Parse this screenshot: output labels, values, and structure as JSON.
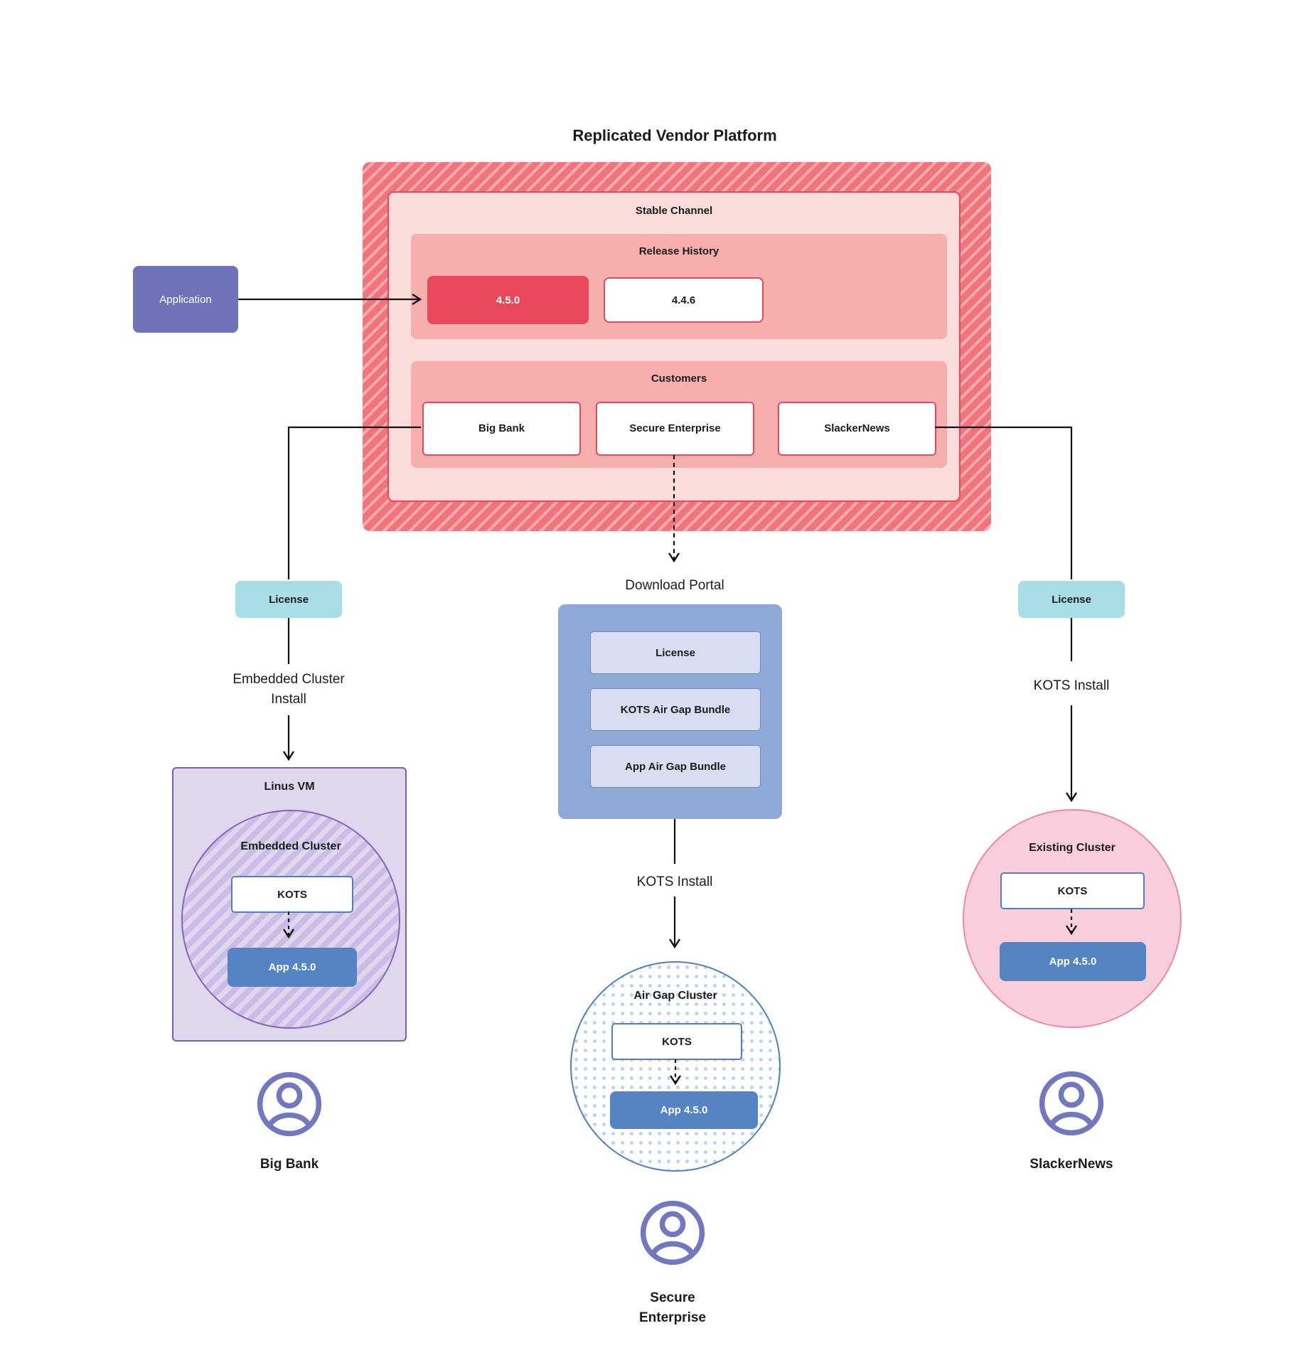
{
  "title": "Replicated Vendor Platform",
  "platform": {
    "stable_channel_label": "Stable Channel",
    "release_history_label": "Release History",
    "releases": [
      {
        "version": "4.5.0",
        "state": "current"
      },
      {
        "version": "4.4.6",
        "state": "previous"
      }
    ],
    "customers_label": "Customers",
    "customers": [
      "Big Bank",
      "Secure Enterprise",
      "SlackerNews"
    ]
  },
  "application_label": "Application",
  "portal": {
    "label": "Download  Portal",
    "items": [
      "License",
      "KOTS Air Gap Bundle",
      "App Air Gap Bundle"
    ]
  },
  "left_branch": {
    "license_label": "License",
    "install_line1": "Embedded Cluster",
    "install_line2": "Install",
    "vm_label": "Linus VM",
    "cluster_label": "Embedded Cluster",
    "kots_label": "KOTS",
    "app_label": "App 4.5.0",
    "user_label": "Big Bank"
  },
  "middle_branch": {
    "install_label": "KOTS Install",
    "cluster_label": "Air Gap Cluster",
    "kots_label": "KOTS",
    "app_label": "App 4.5.0",
    "user_line1": "Secure",
    "user_line2": "Enterprise"
  },
  "right_branch": {
    "license_label": "License",
    "install_label": "KOTS Install",
    "cluster_label": "Existing Cluster",
    "kots_label": "KOTS",
    "app_label": "App 4.5.0",
    "user_label": "SlackerNews"
  },
  "colors": {
    "release_current": "#E8485C",
    "platform_stripe_base": "#F0757B",
    "stable_channel_bg": "#FADDDA",
    "section_bg": "#F6AFAC",
    "application_bg": "#6E73B8",
    "license_bg": "#A8DDE6",
    "portal_bg": "#8EA8D8",
    "portal_item_bg": "#D8DDF1",
    "app_node_bg": "#5584C4",
    "kots_border": "#4F7FC1",
    "vm_bg": "#DFD7EE",
    "vm_border": "#7C5FB0",
    "existing_cluster_bg": "#F9CEDC",
    "existing_cluster_border": "#EE87A5",
    "user_icon": "#7278BE"
  }
}
